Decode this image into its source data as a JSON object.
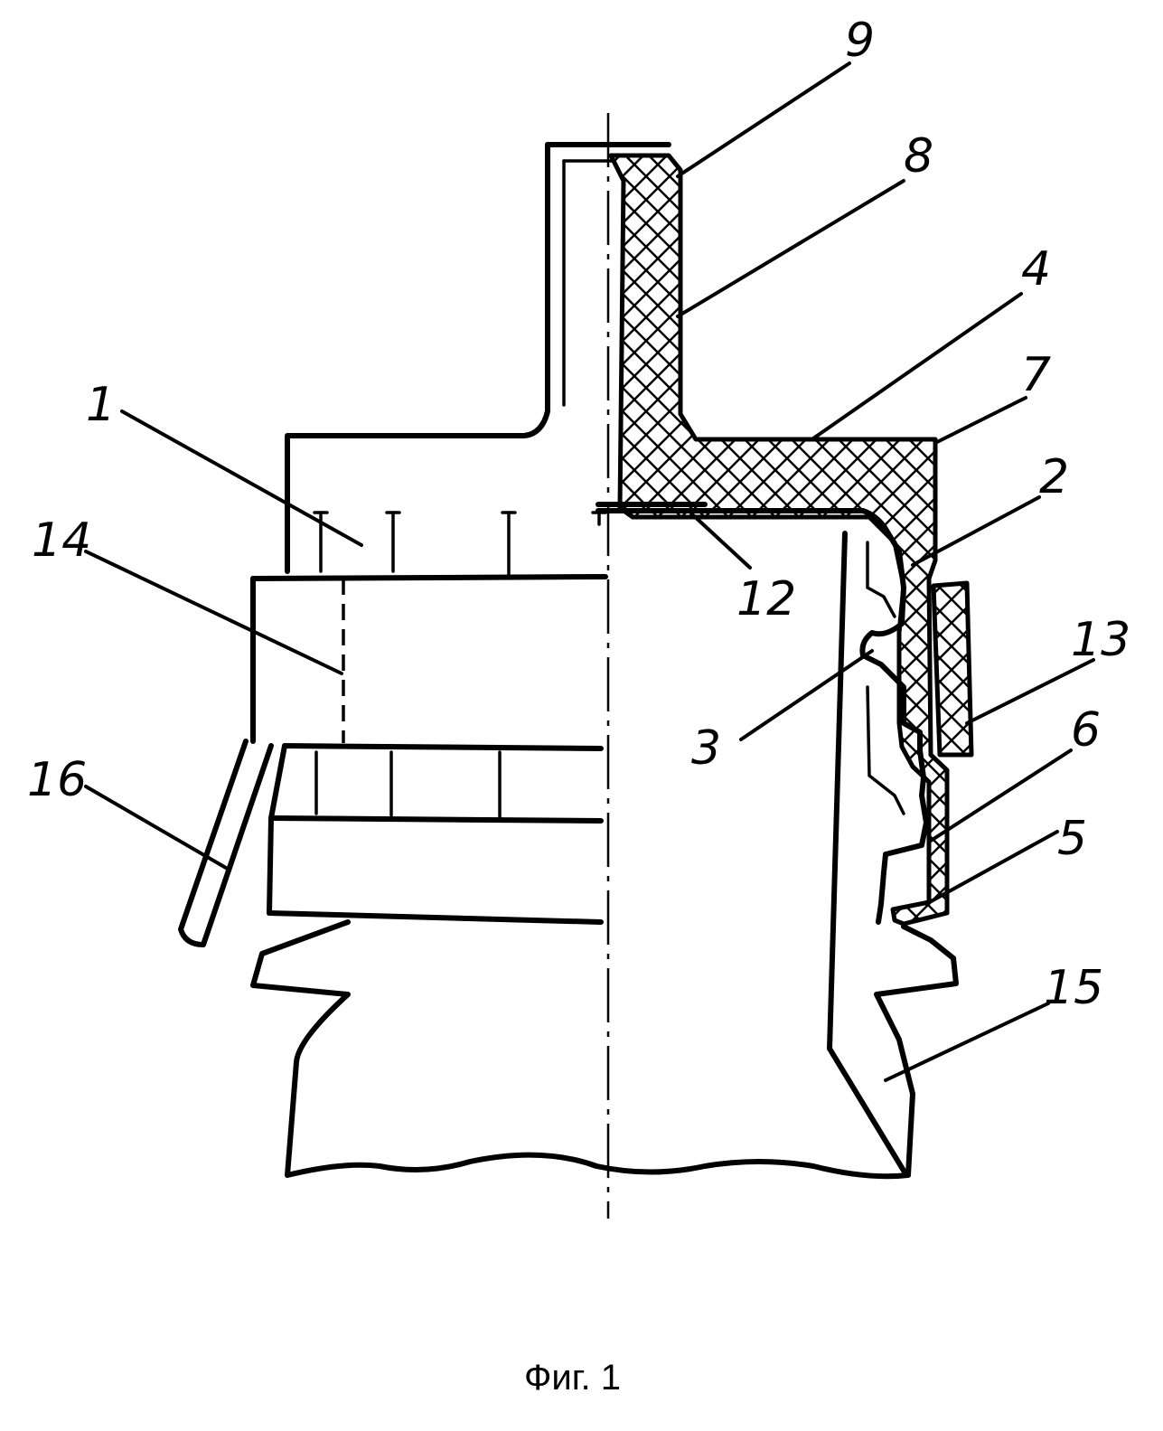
{
  "figure": {
    "caption": "Фиг. 1",
    "callouts": [
      {
        "id": "9",
        "text": "9"
      },
      {
        "id": "8",
        "text": "8"
      },
      {
        "id": "4",
        "text": "4"
      },
      {
        "id": "7",
        "text": "7"
      },
      {
        "id": "1",
        "text": "1"
      },
      {
        "id": "2",
        "text": "2"
      },
      {
        "id": "14",
        "text": "14"
      },
      {
        "id": "12",
        "text": "12"
      },
      {
        "id": "13",
        "text": "13"
      },
      {
        "id": "3",
        "text": "3"
      },
      {
        "id": "6",
        "text": "6"
      },
      {
        "id": "16",
        "text": "16"
      },
      {
        "id": "5",
        "text": "5"
      },
      {
        "id": "15",
        "text": "15"
      }
    ]
  }
}
